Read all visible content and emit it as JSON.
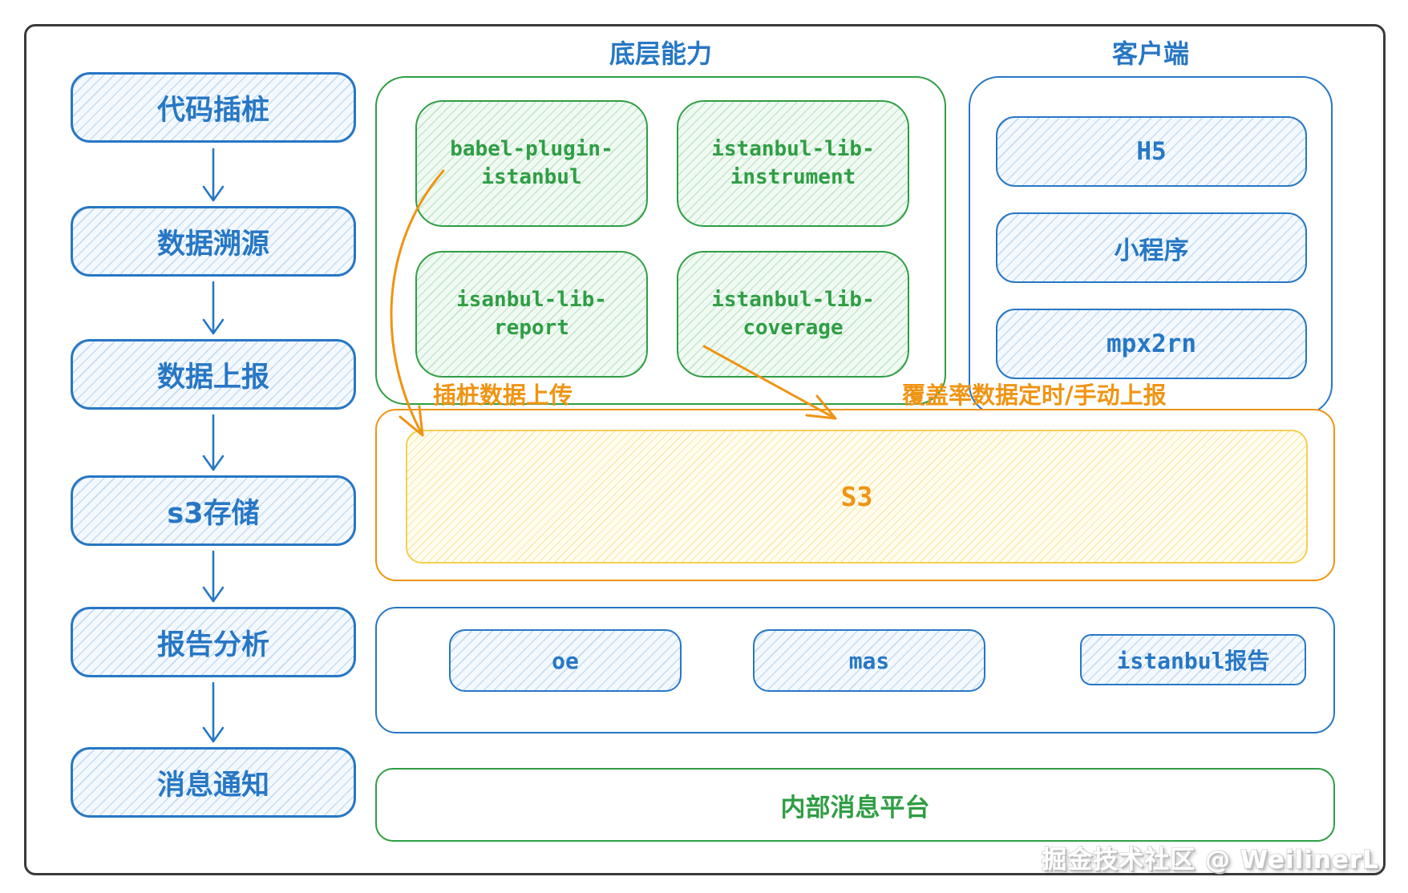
{
  "flow": {
    "items": [
      "代码插桩",
      "数据溯源",
      "数据上报",
      "s3存储",
      "报告分析",
      "消息通知"
    ]
  },
  "capabilities": {
    "title": "底层能力",
    "items": [
      "babel-plugin-istanbul",
      "istanbul-lib-instrument",
      "isanbul-lib-report",
      "istanbul-lib-coverage"
    ]
  },
  "clients": {
    "title": "客户端",
    "items": [
      "H5",
      "小程序",
      "mpx2rn"
    ]
  },
  "annotations": {
    "left": "插桩数据上传",
    "right": "覆盖率数据定时/手动上报"
  },
  "storage": {
    "label": "S3"
  },
  "analysis": {
    "items": [
      "oe",
      "mas",
      "istanbul报告"
    ]
  },
  "message": {
    "label": "内部消息平台"
  },
  "watermark": "掘金技术社区 @ WeilinerL",
  "colors": {
    "blue": "#2777c4",
    "green": "#2f9e44",
    "orange": "#ef9413",
    "yellow_border": "#f3cf54",
    "dark": "#3a3a3a"
  }
}
